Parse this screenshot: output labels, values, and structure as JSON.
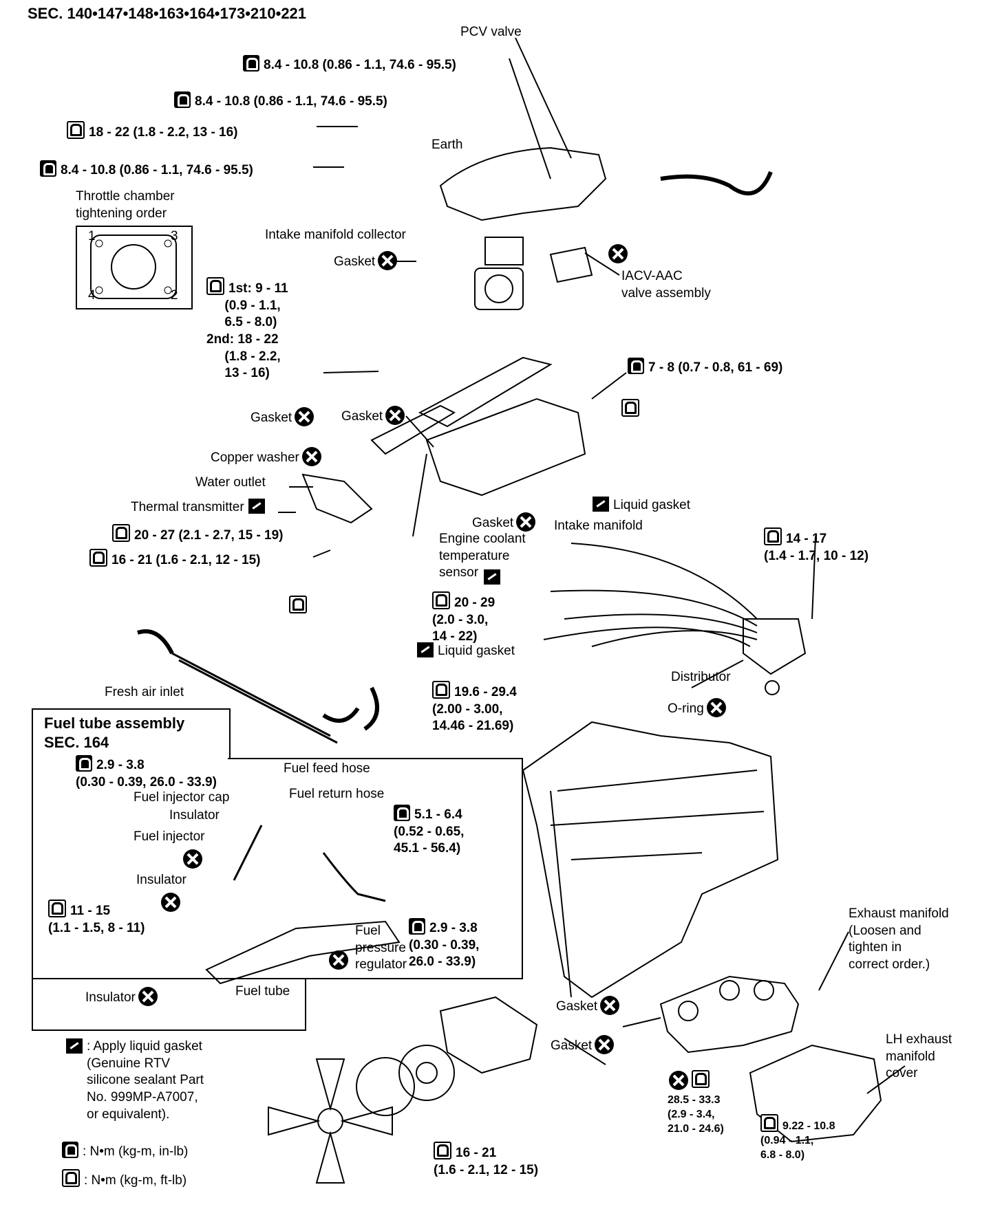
{
  "section_header": "SEC. 140•147•148•163•164•173•210•221",
  "labels": {
    "pcv_valve": "PCV valve",
    "earth": "Earth",
    "throttle_order": "Throttle chamber\ntightening order",
    "intake_collector": "Intake manifold collector",
    "gasket": "Gasket",
    "iacv": "IACV-AAC\nvalve assembly",
    "copper_washer": "Copper washer",
    "water_outlet": "Water outlet",
    "thermal_transmitter": "Thermal transmitter",
    "liquid_gasket": "Liquid gasket",
    "intake_manifold": "Intake manifold",
    "ect_sensor": "Engine coolant\ntemperature\nsensor",
    "distributor": "Distributor",
    "o_ring": "O-ring",
    "fresh_air_inlet": "Fresh air inlet",
    "exhaust_manifold": "Exhaust manifold\n(Loosen and\ntighten in\ncorrect order.)",
    "lh_exhaust_cover": "LH exhaust\nmanifold\ncover"
  },
  "throttle_order_numbers": [
    "1",
    "3",
    "4",
    "2"
  ],
  "torques": {
    "t1": "8.4 - 10.8 (0.86 - 1.1, 74.6 - 95.5)",
    "t2": "8.4 - 10.8 (0.86 - 1.1, 74.6 - 95.5)",
    "t3": "18 - 22 (1.8 - 2.2, 13 - 16)",
    "t4": "8.4 - 10.8 (0.86 - 1.1, 74.6 - 95.5)",
    "t5": "1st: 9 - 11\n     (0.9 - 1.1,\n     6.5 - 8.0)\n2nd: 18 - 22\n     (1.8 - 2.2,\n     13 - 16)",
    "t6": "7 - 8 (0.7 - 0.8, 61 - 69)",
    "t7": "20 - 27 (2.1 - 2.7, 15 - 19)",
    "t8": "16 - 21 (1.6 - 2.1, 12 - 15)",
    "t9": "14 - 17\n(1.4 - 1.7, 10 - 12)",
    "t10": "20 - 29\n(2.0 - 3.0,\n14 - 22)",
    "t11": "19.6 - 29.4\n(2.00 - 3.00,\n14.46 - 21.69)",
    "t12": "28.5 - 33.3\n(2.9 - 3.4,\n21.0 - 24.6)",
    "t13": "16 - 21\n(1.6 - 2.1, 12 - 15)",
    "t14": "9.22 - 10.8\n(0.94 - 1.1,\n6.8 - 8.0)"
  },
  "fuel_box": {
    "title": "Fuel tube assembly\nSEC. 164",
    "torque_a": "2.9 - 3.8\n(0.30 - 0.39, 26.0 - 33.9)",
    "feed_hose": "Fuel feed hose",
    "return_hose": "Fuel return hose",
    "injector_cap": "Fuel injector cap",
    "insulator": "Insulator",
    "injector": "Fuel injector",
    "torque_b": "5.1 - 6.4\n(0.52 - 0.65,\n45.1 - 56.4)",
    "torque_c": "11 - 15\n(1.1 - 1.5, 8 - 11)",
    "pressure_regulator": "Fuel\npressure\nregulator",
    "torque_d": "2.9 - 3.8\n(0.30 - 0.39,\n26.0 - 33.9)",
    "fuel_tube": "Fuel tube"
  },
  "legend": {
    "liquid_gasket": ": Apply liquid gasket\n(Genuine RTV\nsilicone sealant Part\nNo. 999MP-A7007,\nor equivalent).",
    "nm_inlb": ": N•m (kg-m, in-lb)",
    "nm_ftlb": ": N•m (kg-m, ft-lb)"
  },
  "icons": {
    "torque_inlb": "torque-wrench-filled-icon",
    "torque_ftlb": "torque-wrench-outline-icon",
    "replace": "do-not-reuse-icon",
    "liquid_gasket": "liquid-gasket-icon"
  }
}
